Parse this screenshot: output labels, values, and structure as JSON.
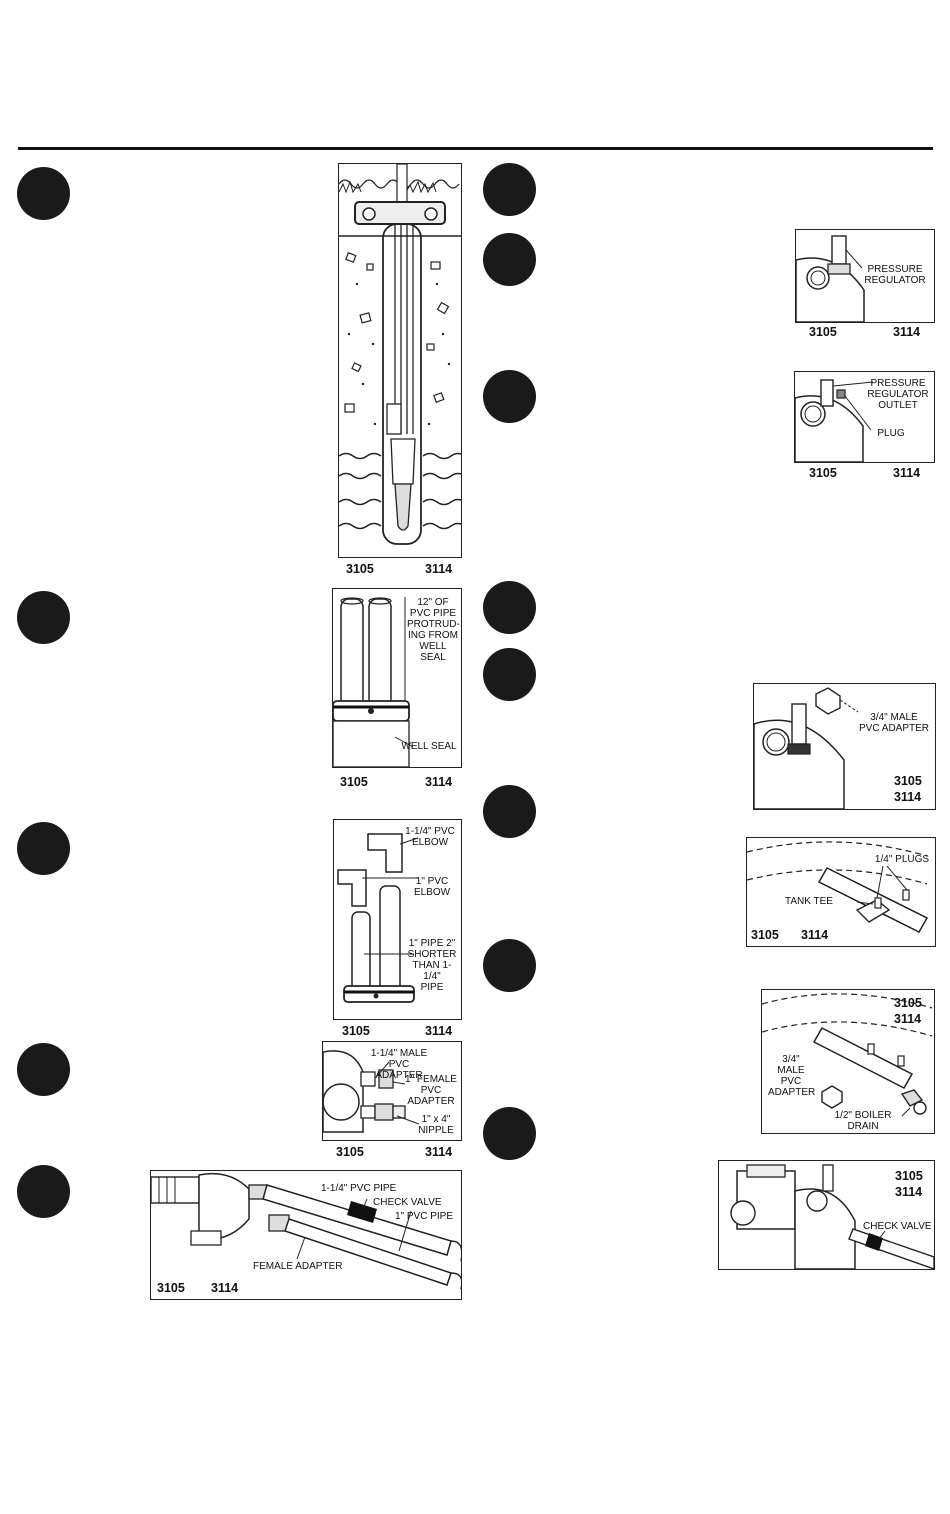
{
  "model_numbers": [
    "3105",
    "3114"
  ],
  "figures": {
    "well": {
      "models": [
        "3105",
        "3114"
      ]
    },
    "protrude": {
      "labels": {
        "pipe_note": "12\" OF\nPVC PIPE\nPROTRUD-\nING FROM\nWELL\nSEAL",
        "seal": "WELL SEAL"
      },
      "models": [
        "3105",
        "3114"
      ]
    },
    "elbows": {
      "labels": {
        "elbow_large": "1-1/4\" PVC\nELBOW",
        "elbow_small": "1\" PVC\nELBOW",
        "pipe_note": "1\" PIPE 2\"\nSHORTER\nTHAN 1-1/4\"\nPIPE"
      },
      "models": [
        "3105",
        "3114"
      ]
    },
    "adapters": {
      "labels": {
        "male": "1-1/4\" MALE\nPVC ADAPTER",
        "female": "1\" FEMALE\nPVC\nADAPTER",
        "nipple": "1\" x 4\"\nNIPPLE"
      },
      "models": [
        "3105",
        "3114"
      ]
    },
    "pipes": {
      "labels": {
        "pipe_large": "1-1/4\" PVC PIPE",
        "check": "CHECK VALVE",
        "pipe_small": "1\" PVC PIPE",
        "female": "FEMALE ADAPTER"
      },
      "models": [
        "3105",
        "3114"
      ]
    },
    "regulator": {
      "labels": {
        "reg": "PRESSURE\nREGULATOR"
      },
      "models": [
        "3105",
        "3114"
      ]
    },
    "outlet": {
      "labels": {
        "outlet": "PRESSURE\nREGULATOR\nOUTLET",
        "plug": "PLUG"
      },
      "models": [
        "3105",
        "3114"
      ]
    },
    "male34": {
      "labels": {
        "male": "3/4\" MALE\nPVC ADAPTER"
      },
      "models": [
        "3105",
        "3114"
      ]
    },
    "tanktee": {
      "labels": {
        "plugs": "1/4\" PLUGS",
        "tee": "TANK TEE"
      },
      "models": [
        "3105",
        "3114"
      ]
    },
    "boiler": {
      "labels": {
        "male": "3/4\" MALE\nPVC\nADAPTER",
        "drain": "1/2\" BOILER\nDRAIN"
      },
      "models": [
        "3105",
        "3114"
      ]
    },
    "final": {
      "labels": {
        "check": "CHECK VALVE"
      },
      "models": [
        "3105",
        "3114"
      ]
    }
  }
}
